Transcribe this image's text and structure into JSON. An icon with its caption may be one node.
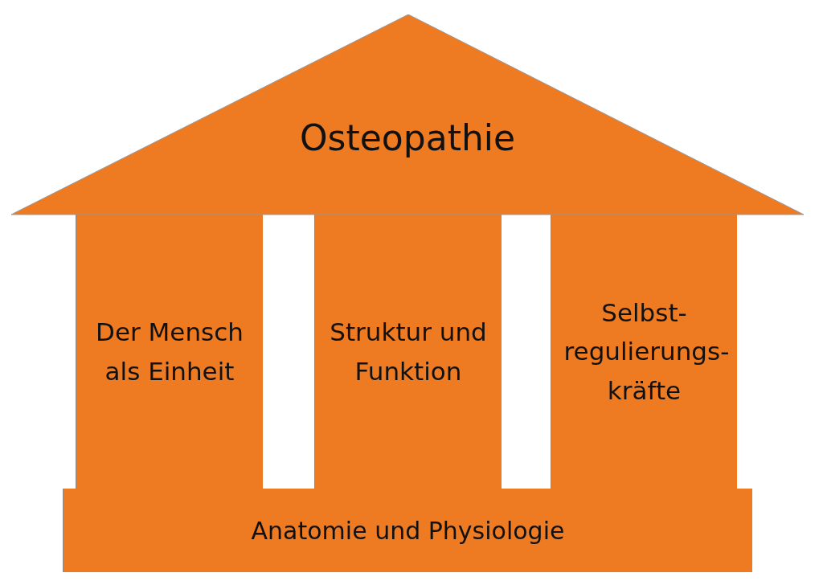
{
  "diagram": {
    "nodes": [
      {
        "text": [
          "Osteopathie"
        ]
      },
      {
        "text": [
          "Der Mensch als Einheit"
        ]
      },
      {
        "text": [
          "Struktur und Funktion"
        ]
      },
      {
        "text": [
          "Selbst-regulierungs-kräfte"
        ]
      },
      {
        "text": [
          "Anatomie und Physiologie"
        ]
      }
    ]
  }
}
